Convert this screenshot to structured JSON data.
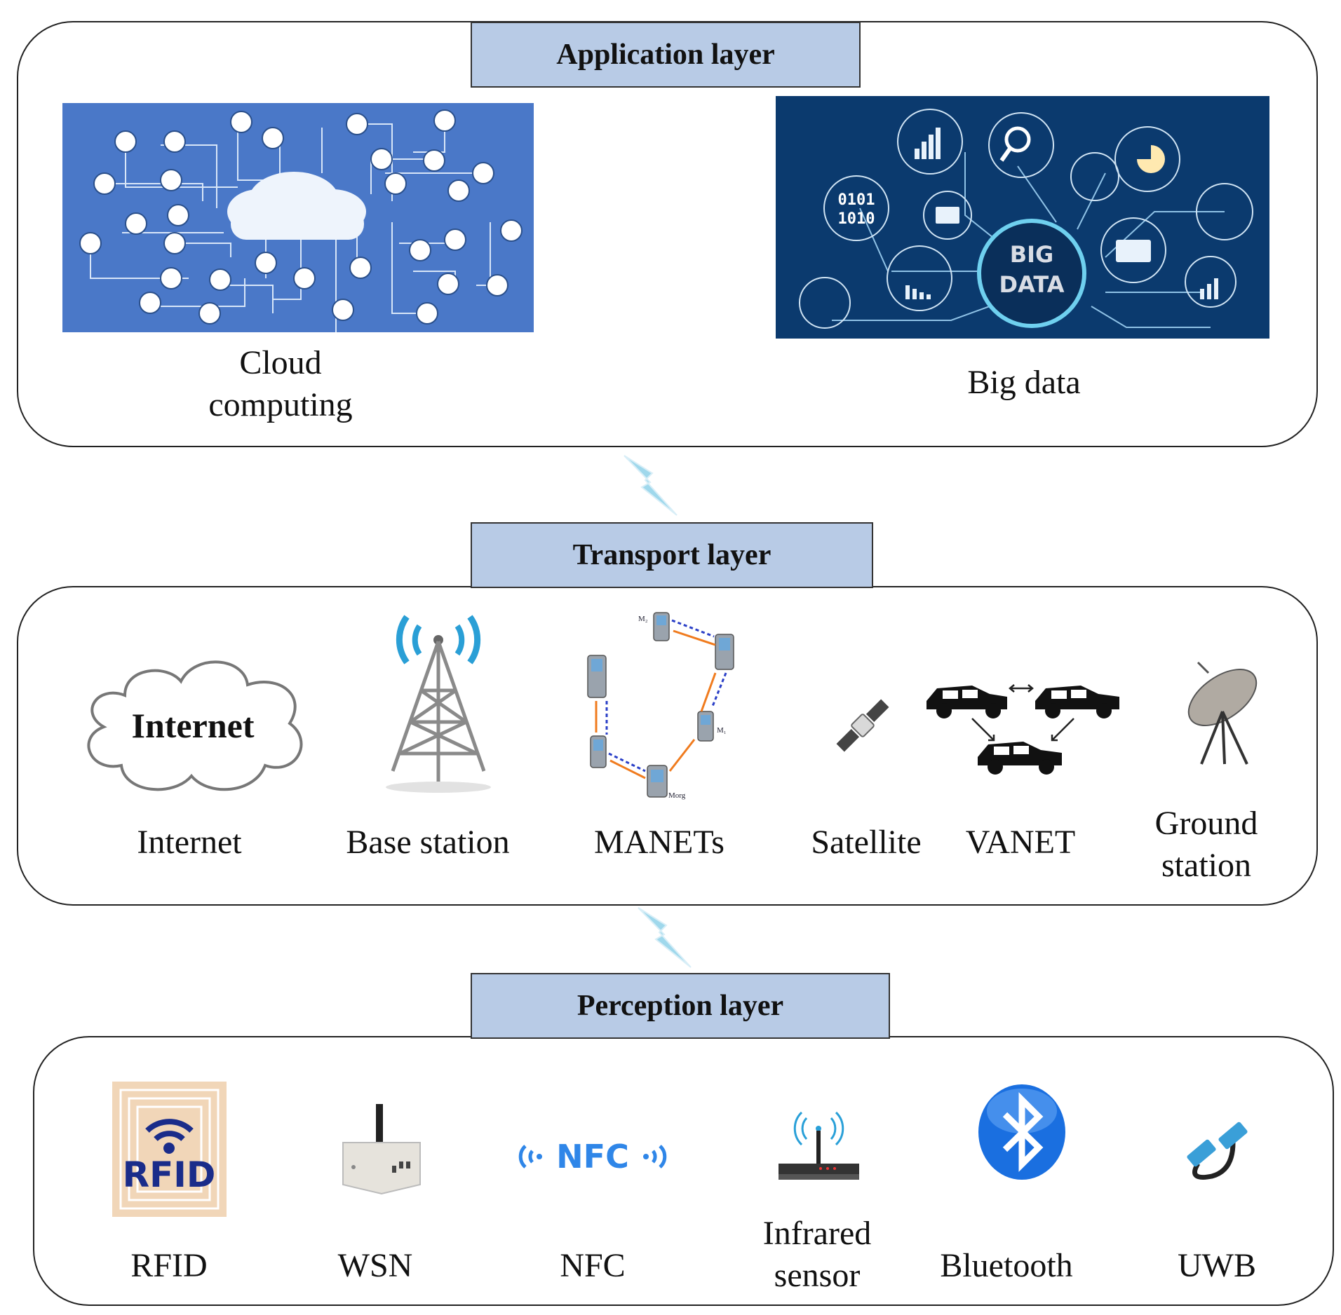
{
  "application_layer": {
    "header": "Application layer",
    "items": [
      {
        "label": "Cloud computing"
      },
      {
        "label": "Big data"
      }
    ],
    "big_data_badge": "BIG DATA",
    "binary_icon_text": "0101 1010"
  },
  "transport_layer": {
    "header": "Transport layer",
    "internet_cloud_text": "Internet",
    "items": [
      {
        "label": "Internet"
      },
      {
        "label": "Base station"
      },
      {
        "label": "MANETs"
      },
      {
        "label": "Satellite"
      },
      {
        "label": "VANET"
      },
      {
        "label": "Ground station"
      }
    ],
    "manet_nodes": [
      "M₂",
      "M₁",
      "Morg"
    ]
  },
  "perception_layer": {
    "header": "Perception layer",
    "rfid_logo": "RFID",
    "nfc_logo": "NFC",
    "items": [
      {
        "label": "RFID"
      },
      {
        "label": "WSN"
      },
      {
        "label": "NFC"
      },
      {
        "label": "Infrared sensor"
      },
      {
        "label": "Bluetooth"
      },
      {
        "label": "UWB"
      }
    ]
  },
  "colors": {
    "header_fill": "#b8cbe6",
    "cloud_bg": "#4a78c8",
    "bigdata_bg": "#0b3a6e",
    "bolt": "#9fd8ec",
    "bluetooth": "#1a6fe0"
  }
}
